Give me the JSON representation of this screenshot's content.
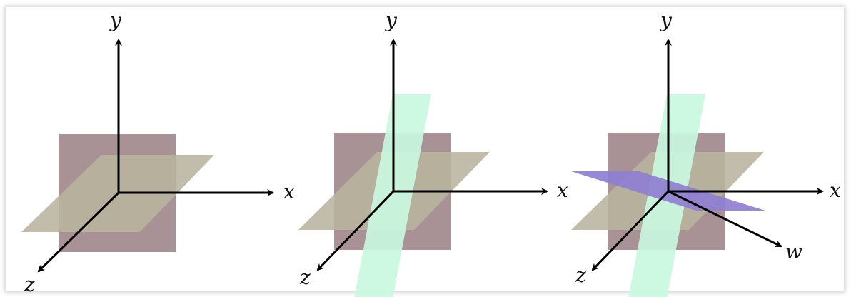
{
  "colors": {
    "xy_plane": "#a89296",
    "xz_plane": "#b8b49e",
    "yz_plane": "#c9f7de",
    "w_plane": "#8f7fd2",
    "axis": "#000000",
    "background": "#ffffff"
  },
  "panels": [
    {
      "planes": [
        "xy_plane",
        "xz_plane"
      ],
      "axes": [
        {
          "key": "y",
          "label": "y"
        },
        {
          "key": "x",
          "label": "x"
        },
        {
          "key": "z",
          "label": "z"
        }
      ]
    },
    {
      "planes": [
        "xy_plane",
        "xz_plane",
        "yz_plane"
      ],
      "axes": [
        {
          "key": "y",
          "label": "y"
        },
        {
          "key": "x",
          "label": "x"
        },
        {
          "key": "z",
          "label": "z"
        }
      ]
    },
    {
      "planes": [
        "xy_plane",
        "xz_plane",
        "yz_plane",
        "w_plane"
      ],
      "axes": [
        {
          "key": "y",
          "label": "y"
        },
        {
          "key": "x",
          "label": "x"
        },
        {
          "key": "z",
          "label": "z"
        },
        {
          "key": "w",
          "label": "w"
        }
      ]
    }
  ]
}
